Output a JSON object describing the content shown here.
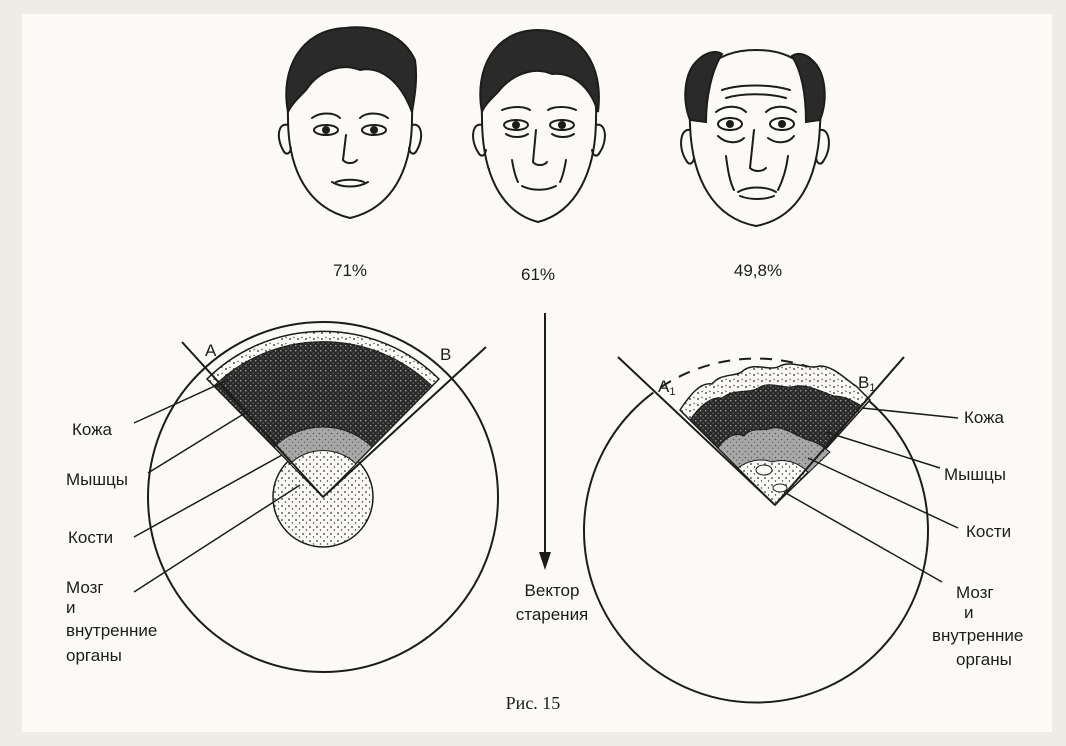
{
  "faces": [
    {
      "id": "young",
      "percent_label": "71%"
    },
    {
      "id": "middle",
      "percent_label": "61%"
    },
    {
      "id": "old",
      "percent_label": "49,8%"
    }
  ],
  "left_diagram": {
    "point_a": "A",
    "point_b": "B",
    "labels": [
      "Кожа",
      "Мышцы",
      "Кости",
      "Мозг",
      "и",
      "внутренние",
      "органы"
    ]
  },
  "right_diagram": {
    "point_a": "A",
    "point_a_sub": "1",
    "point_b": "B",
    "point_b_sub": "1",
    "labels": [
      "Кожа",
      "Мышцы",
      "Кости",
      "Мозг",
      "и",
      "внутренние",
      "органы"
    ]
  },
  "vector": {
    "line1": "Вектор",
    "line2": "старения"
  },
  "caption": "Рис. 15",
  "colors": {
    "ink": "#1c1c1c",
    "paper": "#fbfaf7",
    "background": "#efece6"
  }
}
